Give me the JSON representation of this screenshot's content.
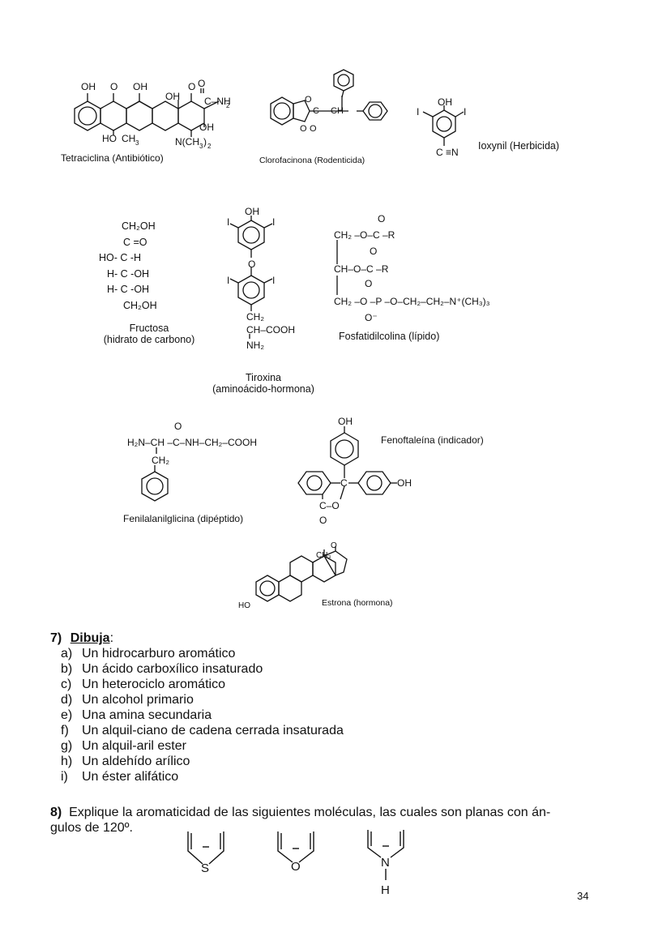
{
  "structures": {
    "tetraciclina": {
      "caption": "Tetraciclina (Antibiótico)",
      "labels": {
        "oh1": "OH",
        "o1": "O",
        "oh2": "OH",
        "o2": "O",
        "o3": "O",
        "oh3": "OH",
        "cnh2": "C–NH",
        "sub2": "2",
        "oh4": "OH",
        "ho": "HO",
        "ch3": "CH",
        "sub3": "3",
        "nch3": "N(CH",
        "nsub": "3",
        "nclose": ")",
        "nsub2": "2"
      }
    },
    "clorofacinona": {
      "caption": "Clorofacinona (Rodenticida)",
      "labels": {
        "o1": "O",
        "c1": "C",
        "ch": "CH",
        "o2": "O",
        "o3": "O"
      }
    },
    "ioxynil": {
      "caption": "Ioxynil (Herbicida)",
      "labels": {
        "oh": "OH",
        "i1": "I",
        "i2": "I",
        "cn": "C ≡N"
      }
    },
    "fructosa": {
      "caption1": "Fructosa",
      "caption2": "(hidrato de carbono)",
      "lines": [
        "CH₂OH",
        "C =O",
        "HO- C -H",
        "H- C -OH",
        "H- C -OH",
        "CH₂OH"
      ]
    },
    "tiroxina": {
      "caption1": "Tiroxina",
      "caption2": "(aminoácido-hormona)",
      "labels": {
        "oh": "OH",
        "i1": "I",
        "i2": "I",
        "o": "O",
        "i3": "I",
        "i4": "I",
        "ch2": "CH₂",
        "chcooh": "CH–COOH",
        "nh2": "NH₂"
      }
    },
    "fosfatidilcolina": {
      "caption": "Fosfatidilcolina (lípido)",
      "labels": {
        "o1": "O",
        "l1": "CH₂ –O–C –R",
        "o2": "O",
        "l2": "CH–O–C –R",
        "o3": "O",
        "l3": "CH₂ –O –P –O–CH₂–CH₂–N⁺(CH₃)₃",
        "o4": "O⁻"
      }
    },
    "fenilalanilglicina": {
      "caption": "Fenilalanilglicina (dipéptido)",
      "labels": {
        "o": "O",
        "chain": "H₂N–CH –C–NH–CH₂–COOH",
        "ch2": "CH₂"
      }
    },
    "fenoftaleina": {
      "caption": "Fenoftaleína (indicador)",
      "labels": {
        "oh1": "OH",
        "c": "C",
        "oh2": "OH",
        "co": "C–O",
        "o": "O"
      }
    },
    "estrona": {
      "caption": "Estrona (hormona)",
      "labels": {
        "ch3": "CH₃",
        "o": "O",
        "ho": "HO"
      }
    }
  },
  "question7": {
    "number": "7)",
    "title": "Dibuja",
    "colon": ":",
    "items": [
      {
        "label": "a)",
        "text": "Un hidrocarburo aromático"
      },
      {
        "label": "b)",
        "text": "Un ácido carboxílico insaturado"
      },
      {
        "label": "c)",
        "text": "Un heterociclo aromático"
      },
      {
        "label": "d)",
        "text": "Un alcohol primario"
      },
      {
        "label": "e)",
        "text": "Una amina secundaria"
      },
      {
        "label": "f)",
        "text": "Un alquil-ciano de cadena cerrada insaturada"
      },
      {
        "label": "g)",
        "text": "Un alquil-aril ester"
      },
      {
        "label": "h)",
        "text": "Un aldehído arílico"
      },
      {
        "label": "i)",
        "text": "Un éster alifático"
      }
    ]
  },
  "question8": {
    "number": "8)",
    "line1": "Explique la aromaticidad de las siguientes moléculas, las cuales son planas con án-",
    "line2": "gulos de 120º.",
    "heteroatoms": {
      "s": "S",
      "o": "O",
      "n": "N",
      "h": "H"
    }
  },
  "page_number": "34"
}
